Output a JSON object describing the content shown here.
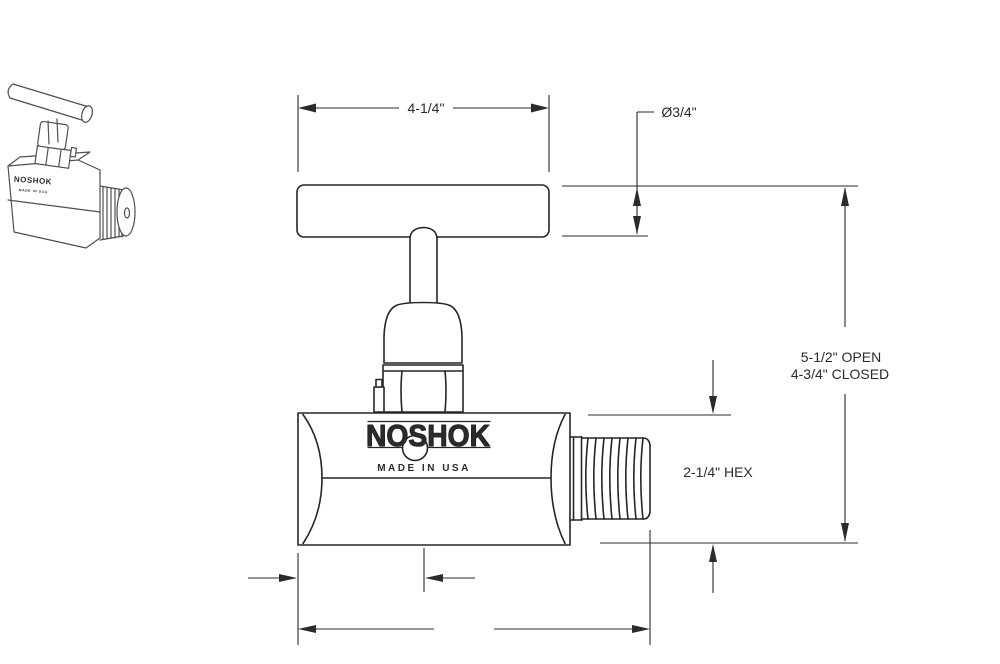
{
  "drawing": {
    "dimensions": {
      "width_label": "4-1/4\"",
      "handle_diameter_label": "Ø3/4\"",
      "open_height_label": "5-1/2\" OPEN",
      "closed_height_label": "4-3/4\" CLOSED",
      "hex_label": "2-1/4\" HEX"
    },
    "branding": {
      "logo_text": "NOSHOK",
      "made_in_text": "MADE IN USA"
    },
    "colors": {
      "object_line": "#262626",
      "dimension_line": "#2b2b2b",
      "thumbnail_line": "#4f4f4f",
      "background": "#ffffff"
    }
  }
}
